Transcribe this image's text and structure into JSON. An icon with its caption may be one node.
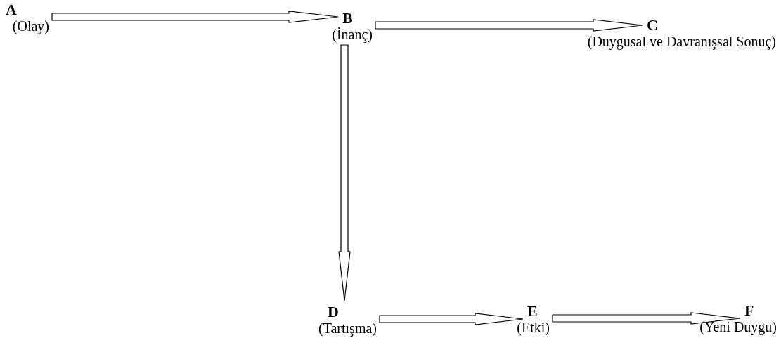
{
  "diagram": {
    "nodes": [
      {
        "text": [
          "A",
          "(Olay)"
        ]
      },
      {
        "text": [
          "B",
          "(İnanç)"
        ]
      },
      {
        "text": [
          "C",
          "(Duygusal ve Davranışsal Sonuç)"
        ]
      },
      {
        "text": [
          "D",
          "(Tartışma)"
        ]
      },
      {
        "text": [
          "E",
          "(Etki)"
        ]
      },
      {
        "text": [
          "F",
          "(Yeni Duygu)"
        ]
      }
    ],
    "edges": [
      {
        "from": 0,
        "to": 1,
        "arrow": "to"
      },
      {
        "from": 1,
        "to": 2,
        "arrow": "to"
      },
      {
        "from": 1,
        "to": 3,
        "arrow": "to"
      },
      {
        "from": 3,
        "to": 4,
        "arrow": "to"
      },
      {
        "from": 4,
        "to": 5,
        "arrow": "to"
      }
    ]
  }
}
